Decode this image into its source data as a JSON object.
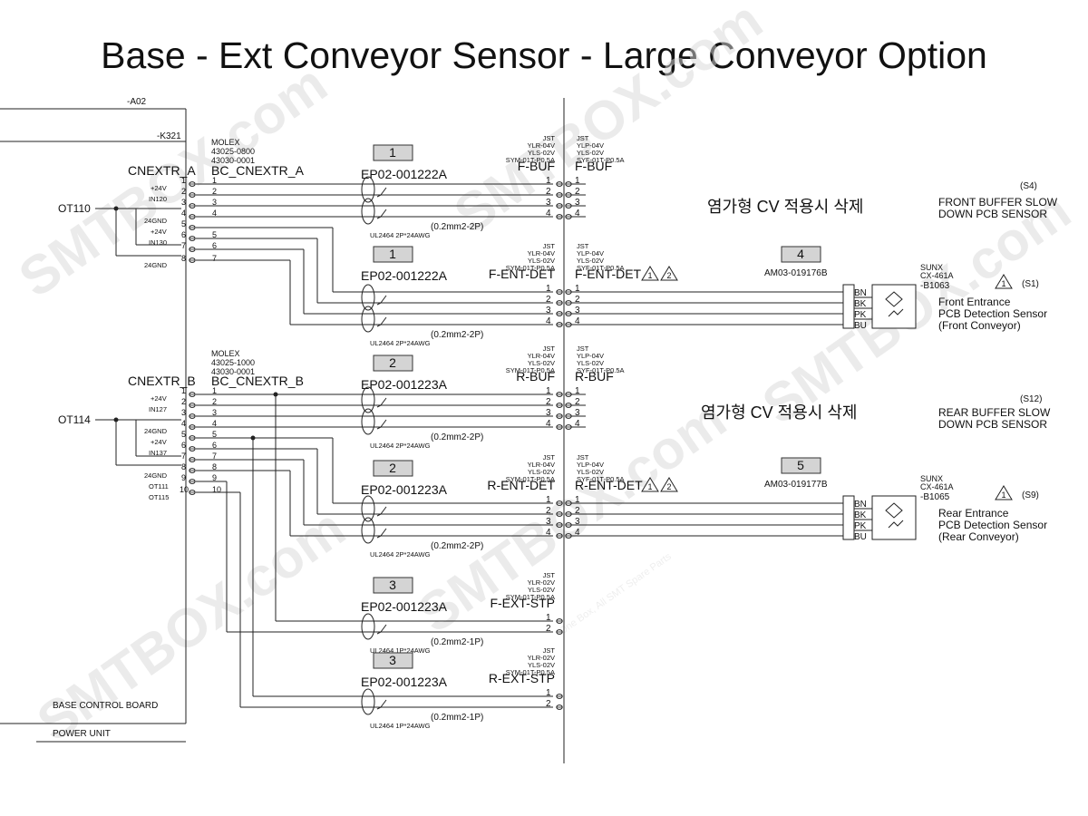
{
  "title": "Base - Ext Conveyor Sensor - Large Conveyor Option",
  "top_wires": {
    "a02": "-A02",
    "k321": "-K321"
  },
  "left_signals": {
    "ot110": "OT110",
    "ot114": "OT114"
  },
  "board_labels": {
    "base_control": "BASE CONTROL BOARD",
    "power_unit": "POWER UNIT"
  },
  "connector_a": {
    "name": "CNEXTR_A",
    "mate_name": "BC_CNEXTR_A",
    "maker": "MOLEX",
    "part1": "43025-0800",
    "part2": "43030-0001",
    "pins": [
      "1",
      "2",
      "3",
      "4",
      "5",
      "6",
      "7",
      "8"
    ],
    "mate_pins": [
      "1",
      "2",
      "3",
      "4",
      "5",
      "6",
      "7"
    ],
    "signals": [
      "+24V",
      "IN120",
      "24GND",
      "+24V",
      "IN130",
      "24GND"
    ]
  },
  "connector_b": {
    "name": "CNEXTR_B",
    "mate_name": "BC_CNEXTR_B",
    "maker": "MOLEX",
    "part1": "43025-1000",
    "part2": "43030-0001",
    "pins": [
      "1",
      "2",
      "3",
      "4",
      "5",
      "6",
      "7",
      "8",
      "9",
      "10"
    ],
    "mate_pins": [
      "1",
      "2",
      "3",
      "4",
      "5",
      "6",
      "7",
      "8",
      "9",
      "10"
    ],
    "signals": [
      "+24V",
      "IN127",
      "24GND",
      "+24V",
      "IN137",
      "24GND",
      "OT111",
      "OT115"
    ]
  },
  "cables": [
    {
      "num": "1",
      "part": "EP02-001222A",
      "name_l": "F-BUF",
      "name_r": "F-BUF",
      "spec": "(0.2mm2-2P)",
      "awg": "UL2464 2P*24AWG",
      "jl": [
        "JST",
        "YLR-04V",
        "YLS-02V",
        "SYM-01T-P0.5A"
      ],
      "jr": [
        "JST",
        "YLP-04V",
        "YLS-02V",
        "SYF-01T-P0.5A"
      ]
    },
    {
      "num": "1",
      "part": "EP02-001222A",
      "name_l": "F-ENT-DET",
      "name_r": "F-ENT-DET",
      "spec": "(0.2mm2-2P)",
      "awg": "UL2464 2P*24AWG",
      "jl": [
        "JST",
        "YLR-04V",
        "YLS-02V",
        "SYM-01T-P0.5A"
      ],
      "jr": [
        "JST",
        "YLP-04V",
        "YLS-02V",
        "SYF-01T-P0.5A"
      ]
    },
    {
      "num": "2",
      "part": "EP02-001223A",
      "name_l": "R-BUF",
      "name_r": "R-BUF",
      "spec": "(0.2mm2-2P)",
      "awg": "UL2464 2P*24AWG",
      "jl": [
        "JST",
        "YLR-04V",
        "YLS-02V",
        "SYM-01T-P0.5A"
      ],
      "jr": [
        "JST",
        "YLP-04V",
        "YLS-02V",
        "SYF-01T-P0.5A"
      ]
    },
    {
      "num": "2",
      "part": "EP02-001223A",
      "name_l": "R-ENT-DET",
      "name_r": "R-ENT-DET",
      "spec": "(0.2mm2-2P)",
      "awg": "UL2464 2P*24AWG",
      "jl": [
        "JST",
        "YLR-04V",
        "YLS-02V",
        "SYM-01T-P0.5A"
      ],
      "jr": [
        "JST",
        "YLP-04V",
        "YLS-02V",
        "SYF-01T-P0.5A"
      ]
    },
    {
      "num": "3",
      "part": "EP02-001223A",
      "name_l": "F-EXT-STP",
      "spec": "(0.2mm2-1P)",
      "awg": "UL2464 1P*24AWG",
      "jl": [
        "JST",
        "YLR-02V",
        "YLS-02V",
        "SYM-01T-P0.5A"
      ]
    },
    {
      "num": "3",
      "part": "EP02-001223A",
      "name_l": "R-EXT-STP",
      "spec": "(0.2mm2-1P)",
      "awg": "UL2464 1P*24AWG",
      "jl": [
        "JST",
        "YLR-02V",
        "YLS-02V",
        "SYM-01T-P0.5A"
      ]
    }
  ],
  "pin_numbers": [
    "1",
    "2",
    "3",
    "4"
  ],
  "warning_marks": [
    "1",
    "2"
  ],
  "korean_note": "염가형 CV 적용시 삭제",
  "buffer_sensors": [
    {
      "id": "(S4)",
      "line1": "FRONT BUFFER SLOW",
      "line2": "DOWN PCB SENSOR"
    },
    {
      "id": "(S12)",
      "line1": "REAR BUFFER SLOW",
      "line2": "DOWN PCB SENSOR"
    }
  ],
  "pcb_sensors": [
    {
      "cable_num": "4",
      "cable_part": "AM03-019176B",
      "maker": "SUNX",
      "model": "CX-461A",
      "ref": "-B1063",
      "id": "(S1)",
      "warn": "1",
      "line1": "Front Entrance",
      "line2": "PCB Detection Sensor",
      "line3": "(Front Conveyor)",
      "wires": [
        "BN",
        "BK",
        "PK",
        "BU"
      ]
    },
    {
      "cable_num": "5",
      "cable_part": "AM03-019177B",
      "maker": "SUNX",
      "model": "CX-461A",
      "ref": "-B1065",
      "id": "(S9)",
      "warn": "1",
      "line1": "Rear Entrance",
      "line2": "PCB Detection Sensor",
      "line3": "(Rear Conveyor)",
      "wires": [
        "BN",
        "BK",
        "PK",
        "BU"
      ]
    }
  ],
  "watermark": [
    "SMTBOX.com",
    "One Box, All SMT Spare Parts"
  ]
}
